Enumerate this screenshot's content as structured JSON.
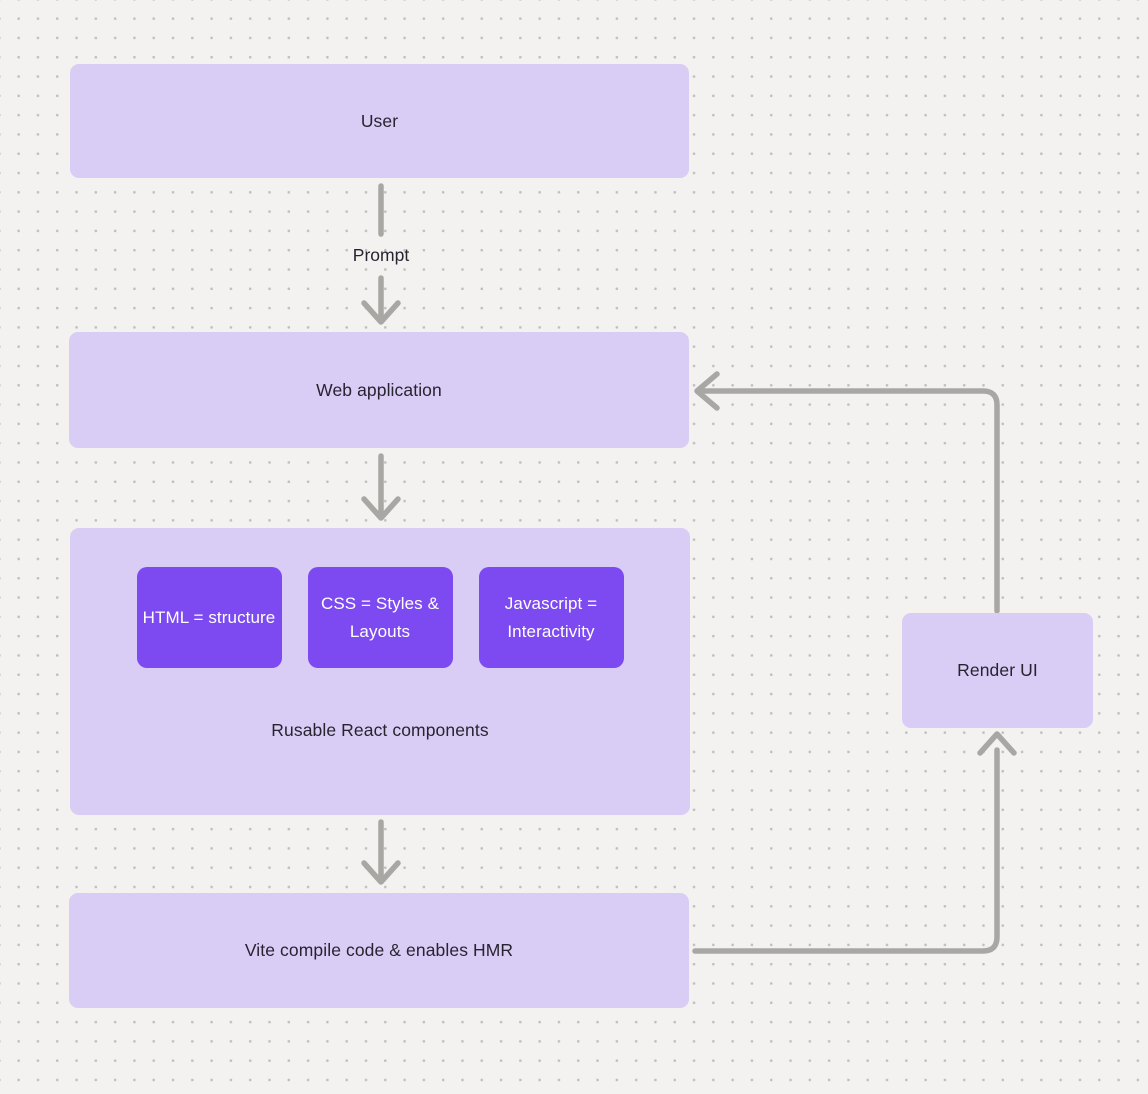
{
  "diagram": {
    "nodes": {
      "user": {
        "label": "User"
      },
      "web_app": {
        "label": "Web application"
      },
      "components_group": {
        "caption": "Rusable React components",
        "children": [
          {
            "label": "HTML = structure"
          },
          {
            "label": "CSS = Styles & Layouts"
          },
          {
            "label": "Javascript = Interactivity"
          }
        ]
      },
      "vite": {
        "label": "Vite compile code & enables HMR"
      },
      "render_ui": {
        "label": "Render UI"
      }
    },
    "edges": [
      {
        "from": "user",
        "to": "web_app",
        "label": "Prompt"
      },
      {
        "from": "web_app",
        "to": "components_group",
        "label": ""
      },
      {
        "from": "components_group",
        "to": "vite",
        "label": ""
      },
      {
        "from": "vite",
        "to": "render_ui",
        "label": ""
      },
      {
        "from": "render_ui",
        "to": "web_app",
        "label": ""
      }
    ],
    "colors": {
      "background": "#f3f2f0",
      "dot_grid": "#c2c0be",
      "node_fill": "#d9cdf6",
      "accent_fill": "#7c4af0",
      "accent_text": "#ffffff",
      "node_text": "#272430",
      "connector": "#a9a7a4"
    }
  }
}
